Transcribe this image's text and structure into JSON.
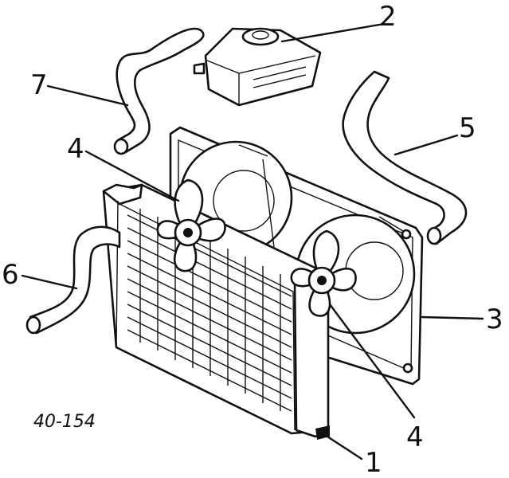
{
  "drawing_code": "40-154",
  "callouts": [
    {
      "id": "c1",
      "label": "1"
    },
    {
      "id": "c2",
      "label": "2"
    },
    {
      "id": "c3",
      "label": "3"
    },
    {
      "id": "c4a",
      "label": "4"
    },
    {
      "id": "c4b",
      "label": "4"
    },
    {
      "id": "c5",
      "label": "5"
    },
    {
      "id": "c6",
      "label": "6"
    },
    {
      "id": "c7",
      "label": "7"
    }
  ]
}
